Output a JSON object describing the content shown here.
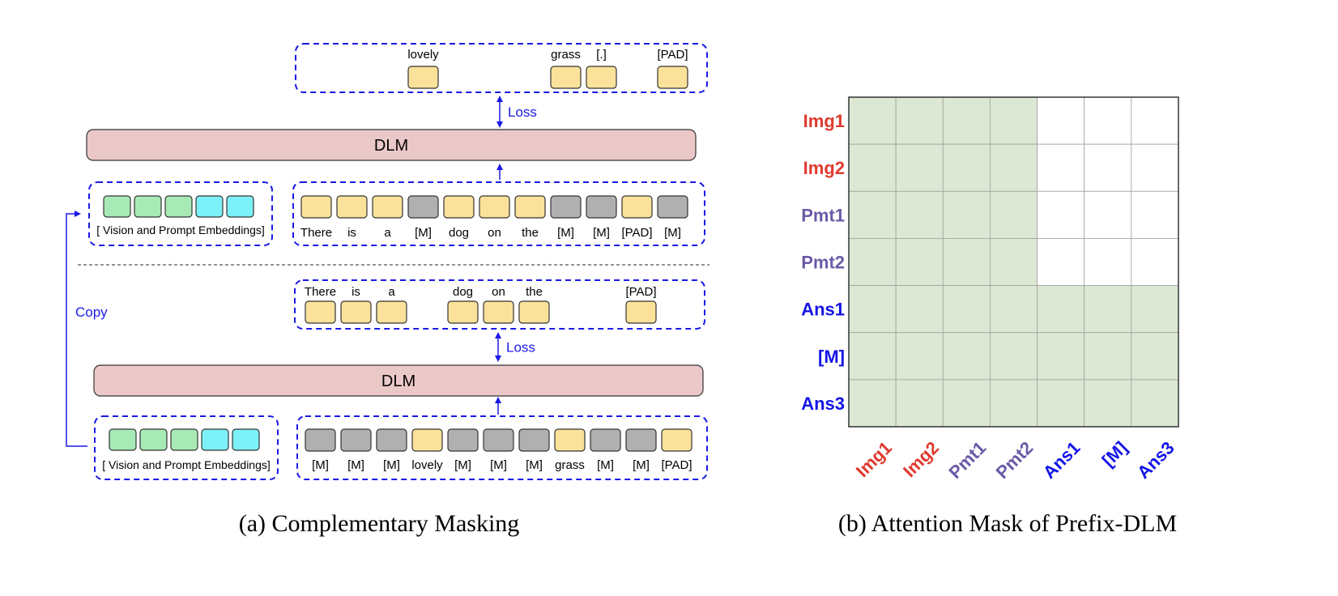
{
  "left_panel": {
    "caption": "(a) Complementary Masking",
    "top": {
      "output_tokens": [
        {
          "label": "lovely",
          "slot": 3
        },
        {
          "label": "grass",
          "slot": 7
        },
        {
          "label": "[.]",
          "slot": 8
        },
        {
          "label": "[PAD]",
          "slot": 10
        }
      ],
      "loss_label": "Loss",
      "model_label": "DLM",
      "prefix_label": "[ Vision and Prompt Embeddings]",
      "prefix_colors": [
        "green",
        "green",
        "green",
        "cyan",
        "cyan"
      ],
      "input_tokens": [
        {
          "label": "There",
          "kind": "text"
        },
        {
          "label": "is",
          "kind": "text"
        },
        {
          "label": "a",
          "kind": "text"
        },
        {
          "label": "[M]",
          "kind": "mask"
        },
        {
          "label": "dog",
          "kind": "text"
        },
        {
          "label": "on",
          "kind": "text"
        },
        {
          "label": "the",
          "kind": "text"
        },
        {
          "label": "[M]",
          "kind": "mask"
        },
        {
          "label": "[M]",
          "kind": "mask"
        },
        {
          "label": "[PAD]",
          "kind": "text"
        },
        {
          "label": "[M]",
          "kind": "mask"
        }
      ]
    },
    "bottom": {
      "output_tokens": [
        {
          "label": "There",
          "slot": 0
        },
        {
          "label": "is",
          "slot": 1
        },
        {
          "label": "a",
          "slot": 2
        },
        {
          "label": "dog",
          "slot": 4
        },
        {
          "label": "on",
          "slot": 5
        },
        {
          "label": "the",
          "slot": 6
        },
        {
          "label": "[PAD]",
          "slot": 9
        }
      ],
      "loss_label": "Loss",
      "model_label": "DLM",
      "prefix_label": "[ Vision and Prompt Embeddings]",
      "prefix_colors": [
        "green",
        "green",
        "green",
        "cyan",
        "cyan"
      ],
      "input_tokens": [
        {
          "label": "[M]",
          "kind": "mask"
        },
        {
          "label": "[M]",
          "kind": "mask"
        },
        {
          "label": "[M]",
          "kind": "mask"
        },
        {
          "label": "lovely",
          "kind": "text"
        },
        {
          "label": "[M]",
          "kind": "mask"
        },
        {
          "label": "[M]",
          "kind": "mask"
        },
        {
          "label": "[M]",
          "kind": "mask"
        },
        {
          "label": "grass",
          "kind": "text"
        },
        {
          "label": "[M]",
          "kind": "mask"
        },
        {
          "label": "[M]",
          "kind": "mask"
        },
        {
          "label": "[PAD]",
          "kind": "text"
        }
      ]
    },
    "copy_label": "Copy"
  },
  "right_panel": {
    "caption": "(b) Attention Mask of Prefix-DLM",
    "rows": [
      {
        "label": "Img1",
        "color": "#e03a2f"
      },
      {
        "label": "Img2",
        "color": "#e03a2f"
      },
      {
        "label": "Pmt1",
        "color": "#6b5aa6"
      },
      {
        "label": "Pmt2",
        "color": "#6b5aa6"
      },
      {
        "label": "Ans1",
        "color": "#1414e6"
      },
      {
        "label": "[M]",
        "color": "#1414e6"
      },
      {
        "label": "Ans3",
        "color": "#1414e6"
      }
    ],
    "cols": [
      {
        "label": "Img1",
        "color": "#e03a2f"
      },
      {
        "label": "Img2",
        "color": "#e03a2f"
      },
      {
        "label": "Pmt1",
        "color": "#6b5aa6"
      },
      {
        "label": "Pmt2",
        "color": "#6b5aa6"
      },
      {
        "label": "Ans1",
        "color": "#1414e6"
      },
      {
        "label": "[M]",
        "color": "#1414e6"
      },
      {
        "label": "Ans3",
        "color": "#1414e6"
      }
    ],
    "mask": [
      [
        1,
        1,
        1,
        1,
        0,
        0,
        0
      ],
      [
        1,
        1,
        1,
        1,
        0,
        0,
        0
      ],
      [
        1,
        1,
        1,
        1,
        0,
        0,
        0
      ],
      [
        1,
        1,
        1,
        1,
        0,
        0,
        0
      ],
      [
        1,
        1,
        1,
        1,
        1,
        1,
        1
      ],
      [
        1,
        1,
        1,
        1,
        1,
        1,
        1
      ],
      [
        1,
        1,
        1,
        1,
        1,
        1,
        1
      ]
    ]
  },
  "colors": {
    "token_yellow": "#fbe29a",
    "token_gray": "#b0b0b0",
    "prefix_green": "#a8eab6",
    "prefix_cyan": "#7cf1f7",
    "dlm_fill": "#ebc8c8",
    "dashed_blue": "#1a1ae6",
    "attend_fill": "#dce8d3",
    "no_attend_fill": "#ffffff"
  }
}
